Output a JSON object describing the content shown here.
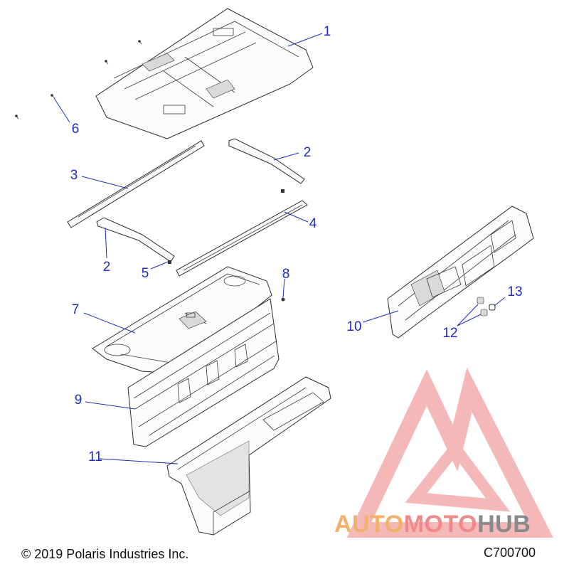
{
  "callouts": [
    {
      "id": "1",
      "label": "1"
    },
    {
      "id": "2a",
      "label": "2"
    },
    {
      "id": "2b",
      "label": "2"
    },
    {
      "id": "3",
      "label": "3"
    },
    {
      "id": "4",
      "label": "4"
    },
    {
      "id": "5",
      "label": "5"
    },
    {
      "id": "6",
      "label": "6"
    },
    {
      "id": "7",
      "label": "7"
    },
    {
      "id": "8",
      "label": "8"
    },
    {
      "id": "9",
      "label": "9"
    },
    {
      "id": "10",
      "label": "10"
    },
    {
      "id": "11",
      "label": "11"
    },
    {
      "id": "12",
      "label": "12"
    },
    {
      "id": "13",
      "label": "13"
    }
  ],
  "footer": {
    "copyright": "© 2019 Polaris Industries Inc.",
    "code": "C700700"
  },
  "watermark": {
    "part1": "AUTO",
    "part2": "MOTO",
    "part3": "HUB",
    "colors": {
      "auto": "#f2b16a",
      "moto": "#f08a8a",
      "hub": "#8a8a8a",
      "logo": "#f0a0a0"
    }
  },
  "colors": {
    "callout": "#1f2bbf"
  }
}
